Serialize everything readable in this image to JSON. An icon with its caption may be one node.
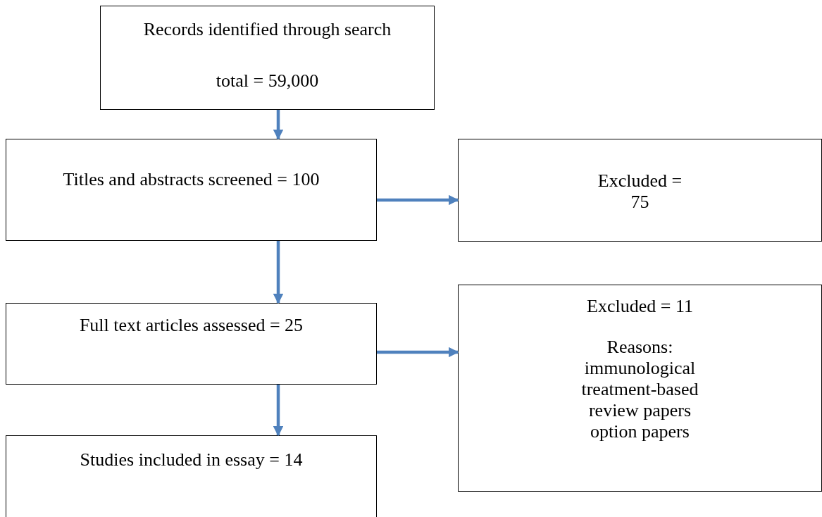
{
  "diagram": {
    "nodes": [
      {
        "text": [
          "Records identified through search",
          "total = 59,000"
        ]
      },
      {
        "text": [
          "Titles and abstracts screened = 100"
        ]
      },
      {
        "text": [
          "Excluded = 75"
        ]
      },
      {
        "text": [
          "Full text articles assessed = 25"
        ]
      },
      {
        "text": [
          "Excluded = 11",
          "Reasons:",
          "immunological",
          "treatment-based",
          "review papers",
          "option papers"
        ]
      },
      {
        "text": [
          "Studies included in essay = 14"
        ]
      }
    ],
    "edges": [
      {
        "from": 0,
        "to": 1,
        "arrow": "to"
      },
      {
        "from": 1,
        "to": 2,
        "arrow": "to"
      },
      {
        "from": 1,
        "to": 3,
        "arrow": "to"
      },
      {
        "from": 3,
        "to": 4,
        "arrow": "to"
      },
      {
        "from": 3,
        "to": 5,
        "arrow": "to"
      }
    ]
  }
}
